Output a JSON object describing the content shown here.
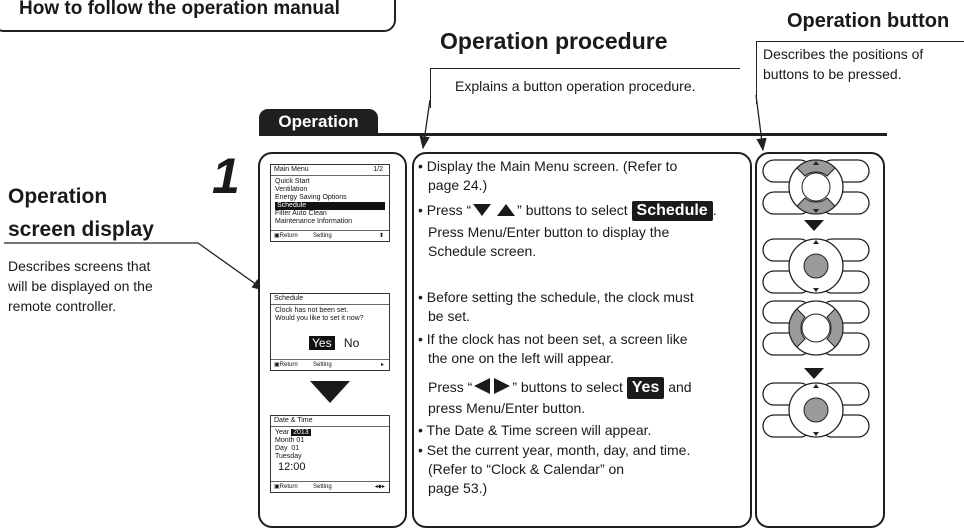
{
  "header": {
    "title": "How to follow the operation manual"
  },
  "operation_button": {
    "heading": "Operation button",
    "desc_1": "Describes the positions of",
    "desc_2": "buttons to be pressed."
  },
  "operation_procedure": {
    "heading": "Operation procedure",
    "desc": "Explains a button operation procedure."
  },
  "screen_display": {
    "heading_1": "Operation",
    "heading_2": "screen display",
    "desc_1": "Describes screens that",
    "desc_2": "will be displayed on the",
    "desc_3": "remote controller."
  },
  "operation_tab": "Operation",
  "step_number": "1",
  "screens": {
    "main_menu": {
      "title": "Main Menu",
      "page": "1/2",
      "items": [
        "Quick Start",
        "Ventilation",
        "Energy Saving Options",
        "Schedule",
        "Filter Auto Clean",
        "Maintenance Information"
      ],
      "footer_return": "Return",
      "footer_setting": "Setting",
      "footer_arrows": "⬍"
    },
    "schedule": {
      "title": "Schedule",
      "line_1": "Clock has not been set.",
      "line_2": "Would you like to set it now?",
      "yes": "Yes",
      "no": "No",
      "footer_return": "Return",
      "footer_setting": "Setting",
      "footer_arrow": "▸"
    },
    "date_time": {
      "title": "Date & Time",
      "year_label": "Year",
      "year_value": "2013",
      "month_label": "Month",
      "month_value": "01",
      "day_label": "Day",
      "day_value": "01",
      "weekday": "Tuesday",
      "time": "12:00",
      "footer_return": "Return",
      "footer_setting": "Setting",
      "footer_arrows": "◂⬥▸"
    }
  },
  "procedure": {
    "b1_l1": "Display the Main Menu screen. (Refer to",
    "b1_l2": "page 24.)",
    "b2_pre": "Press “",
    "b2_post": "” buttons to select",
    "b2_pill": "Schedule",
    "b2_dot": ".",
    "b2_l2": "Press Menu/Enter button to display the",
    "b2_l3": "Schedule screen.",
    "b3_l1": "Before setting the schedule, the clock must",
    "b3_l2": "be set.",
    "b4_l1": "If the clock has not been set, a screen like",
    "b4_l2": "the one on the left will appear.",
    "b5_pre": "Press “",
    "b5_post": "” buttons to select",
    "b5_pill": "Yes",
    "b5_and": "and",
    "b5_l2": "press Menu/Enter button.",
    "b6_l1": "The Date & Time screen will appear.",
    "b7_l1": "Set the current year, month, day, and time.",
    "b7_l2": "(Refer to “Clock & Calendar” on",
    "b7_l3": "page 53.)"
  },
  "colors": {
    "ink": "#1a1a1a",
    "button_fill": "#9a9a9a"
  }
}
